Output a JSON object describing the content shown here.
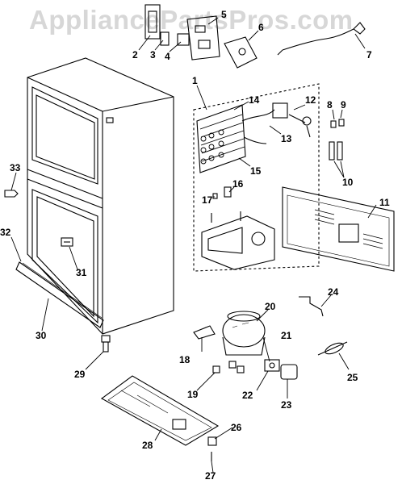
{
  "watermark": "AppliancePartsPros.com",
  "callouts": [
    "1",
    "2",
    "3",
    "4",
    "5",
    "6",
    "7",
    "8",
    "9",
    "10",
    "11",
    "12",
    "13",
    "14",
    "15",
    "16",
    "17",
    "18",
    "19",
    "20",
    "21",
    "22",
    "23",
    "24",
    "25",
    "26",
    "27",
    "28",
    "29",
    "30",
    "31",
    "32",
    "33"
  ],
  "colors": {
    "line": "#000000",
    "watermark": "#d7d7d7",
    "panel_fill": "#ffffff",
    "shade": "#555555"
  }
}
